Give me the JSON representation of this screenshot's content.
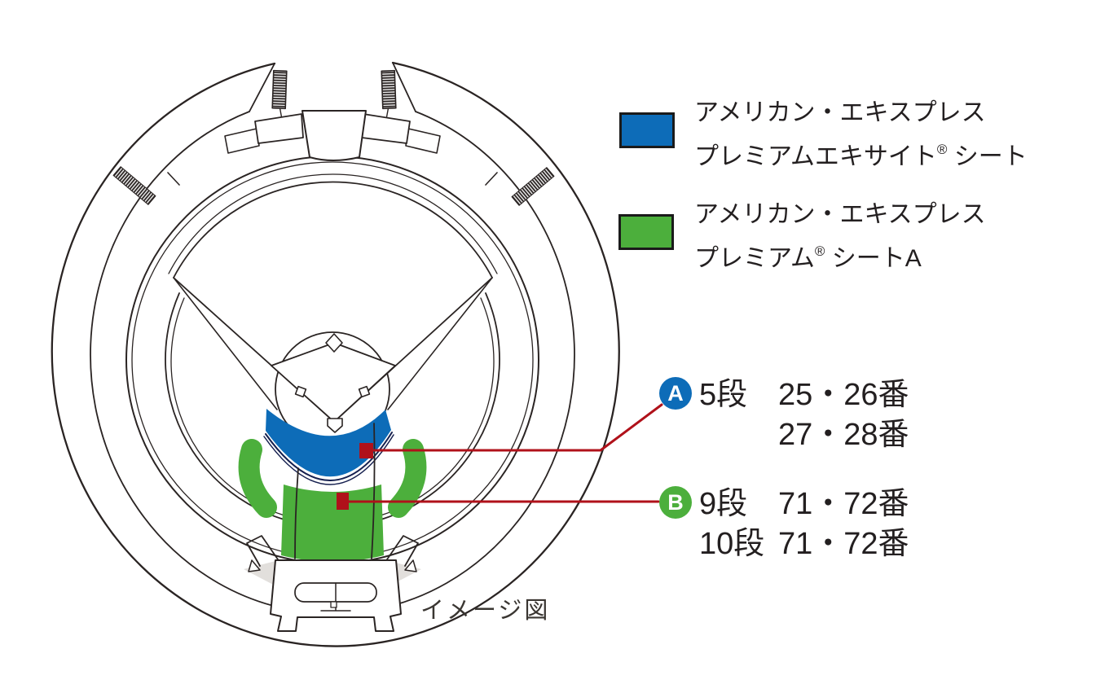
{
  "figure": {
    "caption": "イメージ図"
  },
  "colors": {
    "seat_blue": "#0d6cb8",
    "seat_green": "#4caf3c",
    "leader_red": "#b0111a",
    "walkway_navy": "#16204f",
    "line_black": "#2a2423",
    "shadow_gray": "#e2dfdc"
  },
  "legend": {
    "items": [
      {
        "name": "premium-excite-seat",
        "line1": "アメリカン・エキスプレス",
        "line2_main": "プレミアムエキサイト",
        "line2_reg": "®",
        "line2_tail": " シート"
      },
      {
        "name": "premium-seat-a",
        "line1": "アメリカン・エキスプレス",
        "line2_main": "プレミアム",
        "line2_reg": "®",
        "line2_tail": " シートA"
      }
    ]
  },
  "annotations": [
    {
      "badge": "A",
      "rows": [
        {
          "dan": "5段",
          "ban": "25・26番"
        },
        {
          "dan": "",
          "ban": "27・28番"
        }
      ]
    },
    {
      "badge": "B",
      "rows": [
        {
          "dan": "9段",
          "ban": "71・72番"
        },
        {
          "dan": "10段",
          "ban": "71・72番"
        }
      ]
    }
  ]
}
